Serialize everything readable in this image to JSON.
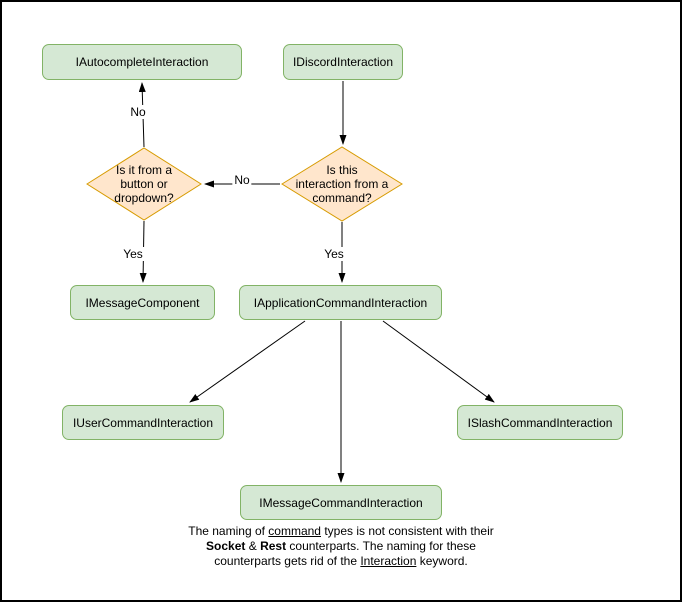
{
  "diagram": {
    "nodes": {
      "autocomplete": "IAutocompleteInteraction",
      "discord": "IDiscordInteraction",
      "message_component": "IMessageComponent",
      "application_command": "IApplicationCommandInteraction",
      "user_command": "IUserCommandInteraction",
      "slash_command": "ISlashCommandInteraction",
      "message_command": "IMessageCommandInteraction"
    },
    "decisions": {
      "from_command": "Is this\ninteraction from a\ncommand?",
      "button_dropdown": "Is it from a\nbutton or\ndropdown?"
    },
    "edge_labels": {
      "no_to_button": "No",
      "no_to_autocomplete": "No",
      "yes_to_message_component": "Yes",
      "yes_to_application_command": "Yes"
    },
    "colors": {
      "node_fill": "#d5e8d4",
      "node_border": "#82b366",
      "decision_fill": "#ffe6cc",
      "decision_border": "#d79b00",
      "edge_stroke": "#000000",
      "canvas_border": "#000000",
      "background": "#ffffff"
    },
    "note": {
      "line1": {
        "a": "The naming of ",
        "b": "command",
        "c": " types is not consistent with their"
      },
      "line2": {
        "a": "Socket",
        "b": " & ",
        "c": "Rest",
        "d": " counterparts. The naming for these"
      },
      "line3": {
        "a": "counterparts gets rid of the ",
        "b": "Interaction",
        "c": " keyword."
      }
    }
  }
}
